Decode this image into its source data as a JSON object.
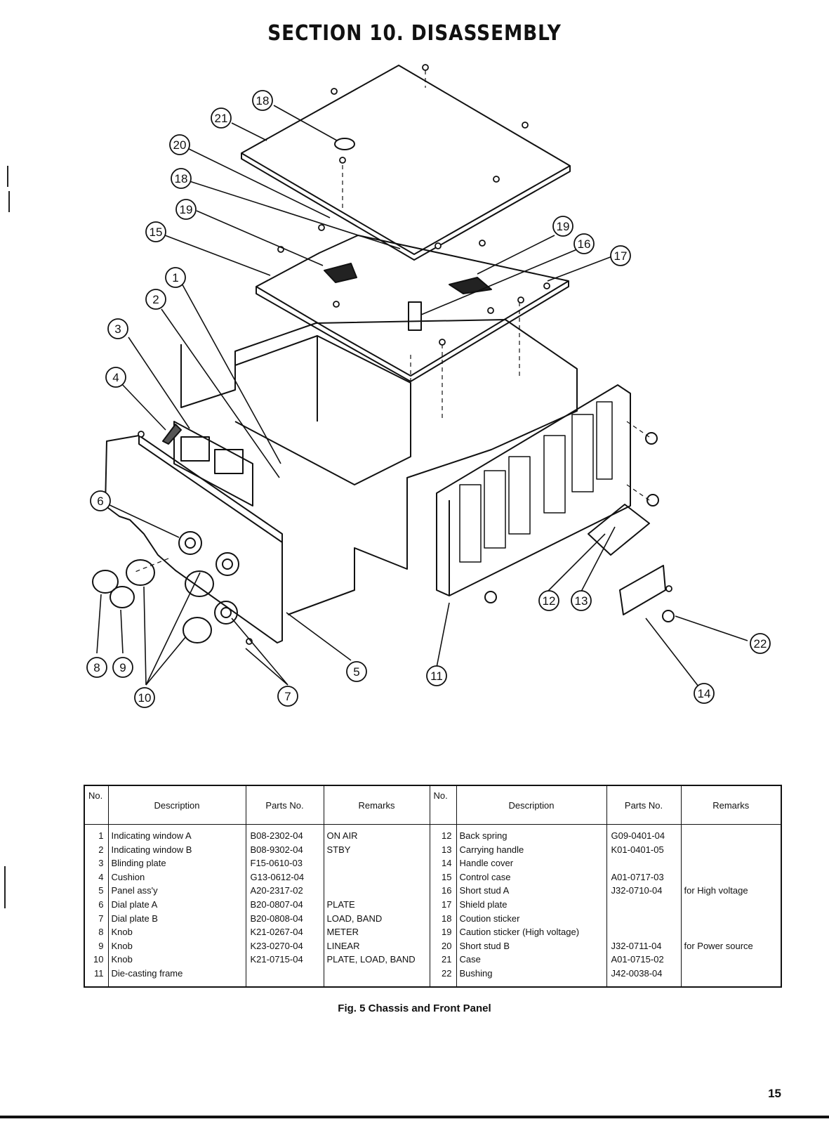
{
  "page": {
    "section_title": "SECTION 10. DISASSEMBLY",
    "figure_caption": "Fig. 5 Chassis and Front Panel",
    "page_number": "15"
  },
  "callouts": [
    "1",
    "2",
    "3",
    "4",
    "5",
    "6",
    "7",
    "8",
    "9",
    "10",
    "11",
    "12",
    "13",
    "14",
    "15",
    "16",
    "17",
    "18",
    "18",
    "19",
    "19",
    "20",
    "21",
    "22"
  ],
  "table": {
    "headers": {
      "no": "No.",
      "description": "Description",
      "parts_no": "Parts No.",
      "remarks": "Remarks"
    },
    "left": {
      "nos": [
        "1",
        "2",
        "3",
        "4",
        "5",
        "6",
        "7",
        "8",
        "9",
        "10",
        "11"
      ],
      "descriptions": [
        "Indicating window A",
        "Indicating window B",
        "Blinding plate",
        "Cushion",
        "Panel ass'y",
        "Dial plate A",
        "Dial plate B",
        "Knob",
        "Knob",
        "Knob",
        "Die-casting frame"
      ],
      "parts_nos": [
        "B08-2302-04",
        "B08-9302-04",
        "F15-0610-03",
        "G13-0612-04",
        "A20-2317-02",
        "B20-0807-04",
        "B20-0808-04",
        "K21-0267-04",
        "K23-0270-04",
        "K21-0715-04",
        ""
      ],
      "remarks": [
        "ON AIR",
        "STBY",
        "",
        "",
        "",
        "PLATE",
        "LOAD, BAND",
        "METER",
        "LINEAR",
        "PLATE, LOAD, BAND",
        ""
      ]
    },
    "right": {
      "nos": [
        "12",
        "13",
        "14",
        "15",
        "16",
        "17",
        "18",
        "19",
        "20",
        "21",
        "22"
      ],
      "descriptions": [
        "Back spring",
        "Carrying handle",
        "Handle cover",
        "Control case",
        "Short stud A",
        "Shield plate",
        "Coution sticker",
        "Caution sticker (High voltage)",
        "Short stud B",
        "Case",
        "Bushing"
      ],
      "parts_nos": [
        "G09-0401-04",
        "K01-0401-05",
        "",
        "A01-0717-03",
        "J32-0710-04",
        "",
        "",
        "",
        "J32-0711-04",
        "A01-0715-02",
        "J42-0038-04"
      ],
      "remarks": [
        "",
        "",
        "",
        "",
        "for High voltage",
        "",
        "",
        "",
        "for Power source",
        "",
        ""
      ]
    }
  }
}
